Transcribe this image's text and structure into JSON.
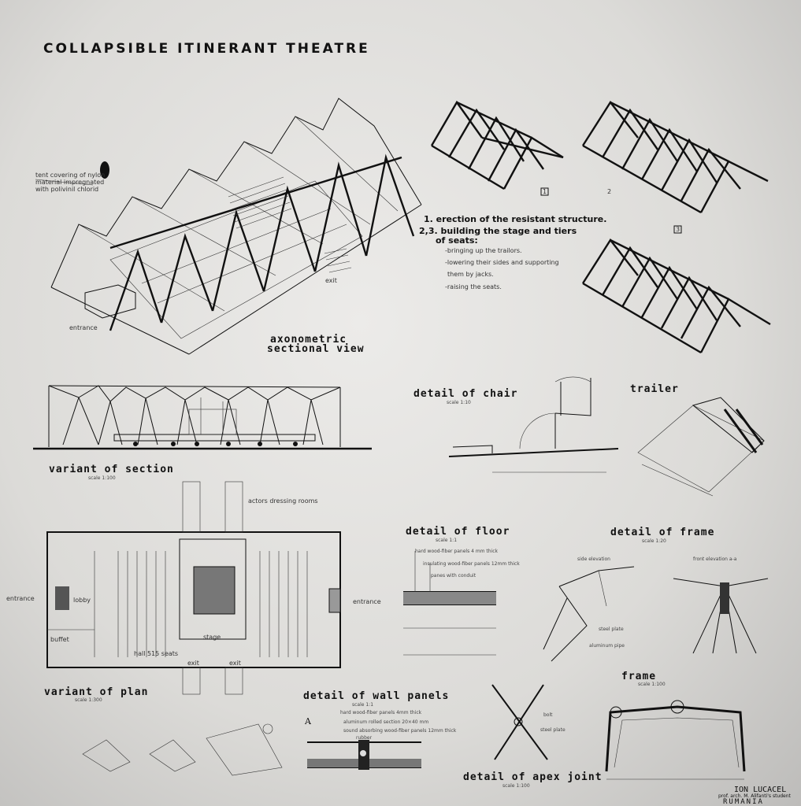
{
  "title": "COLLAPSIBLE ITINERANT THEATRE",
  "axonometric": {
    "label_line1": "axonometric",
    "label_line2": "sectional view",
    "note_lines": [
      "tent covering of nylon",
      "material impregnated",
      "with polivinil chlorid"
    ],
    "entrance": "entrance",
    "exit": "exit"
  },
  "steps": {
    "badge1": "1",
    "badge2": "2",
    "badge3": "3",
    "step1": "1. erection of the resistant structure.",
    "step23_a": "2,3. building the stage and tiers",
    "step23_b": "of seats:",
    "sub1": "-bringing up the trailors.",
    "sub2": "-lowering their sides and supporting",
    "sub3": "them by jacks.",
    "sub4": "-raising the seats."
  },
  "section": {
    "label": "variant of section",
    "scale": "scale 1:100"
  },
  "chair": {
    "label": "detail of chair",
    "scale": "scale 1:10"
  },
  "trailer": {
    "label": "trailer"
  },
  "plan": {
    "label": "variant of plan",
    "scale": "scale 1:300",
    "entrance_left": "entrance",
    "entrance_right": "entrance",
    "lobby": "lobby",
    "stage": "stage",
    "hall": "hall 515 seats",
    "actors": "actors dressing rooms",
    "exit1": "exit",
    "exit2": "exit",
    "buffet": "buffet"
  },
  "floor": {
    "label": "detail of floor",
    "scale": "scale 1:1",
    "note1": "hard wood-fiber panels 4 mm thick",
    "note2": "insulating wood-fiber panels 12mm thick",
    "note3": "panes with conduit"
  },
  "frame_detail": {
    "label": "detail of frame",
    "scale": "scale 1:20",
    "side": "side elevation",
    "front": "front elevation a-a",
    "steel": "steel plate",
    "alum": "aluminum pipe"
  },
  "wall": {
    "label": "detail of wall panels",
    "scale": "scale 1:1",
    "letter": "A",
    "n1": "hard wood-fiber panels 4mm thick",
    "n2": "aluminum rolled section 20×40 mm",
    "n3": "sound absorbing wood-fiber panels 12mm thick",
    "n4": "rubber"
  },
  "apex": {
    "label": "detail of apex joint",
    "scale": "scale 1:100",
    "bolt": "bolt",
    "plate": "steel plate"
  },
  "frame": {
    "label": "frame",
    "scale": "scale 1:100"
  },
  "signature": {
    "line1": "ION LUCACEL",
    "line2": "prof. arch. M. Alifanti's student",
    "line3": "RUMANIA"
  }
}
